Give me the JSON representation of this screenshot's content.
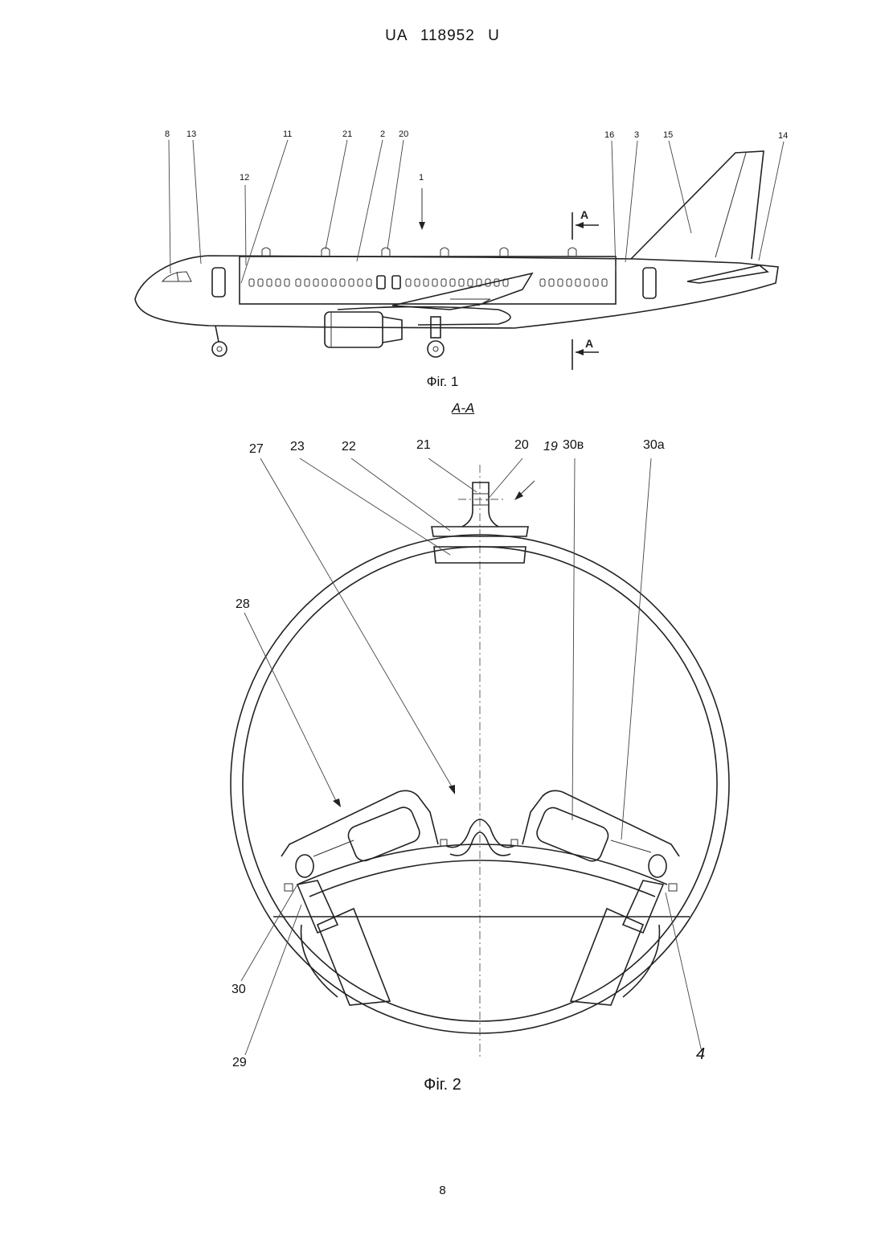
{
  "header": {
    "country": "UA",
    "number": "118952",
    "kind": "U"
  },
  "figure1": {
    "caption": "Фіг. 1",
    "labels": {
      "l8": "8",
      "l13": "13",
      "l11": "11",
      "l21": "21",
      "l2": "2",
      "l20": "20",
      "l12": "12",
      "l1": "1",
      "l16": "16",
      "l3": "3",
      "l15": "15",
      "l14": "14"
    },
    "section_marker": "A"
  },
  "section_title": "A-A",
  "figure2": {
    "caption": "Фіг. 2",
    "labels": {
      "l27": "27",
      "l23": "23",
      "l22": "22",
      "l21": "21",
      "l20": "20",
      "l19": "19",
      "l30b": "30в",
      "l30a": "30a",
      "l28": "28",
      "l30": "30",
      "l29": "29",
      "l4": "4"
    }
  },
  "page_number": "8"
}
